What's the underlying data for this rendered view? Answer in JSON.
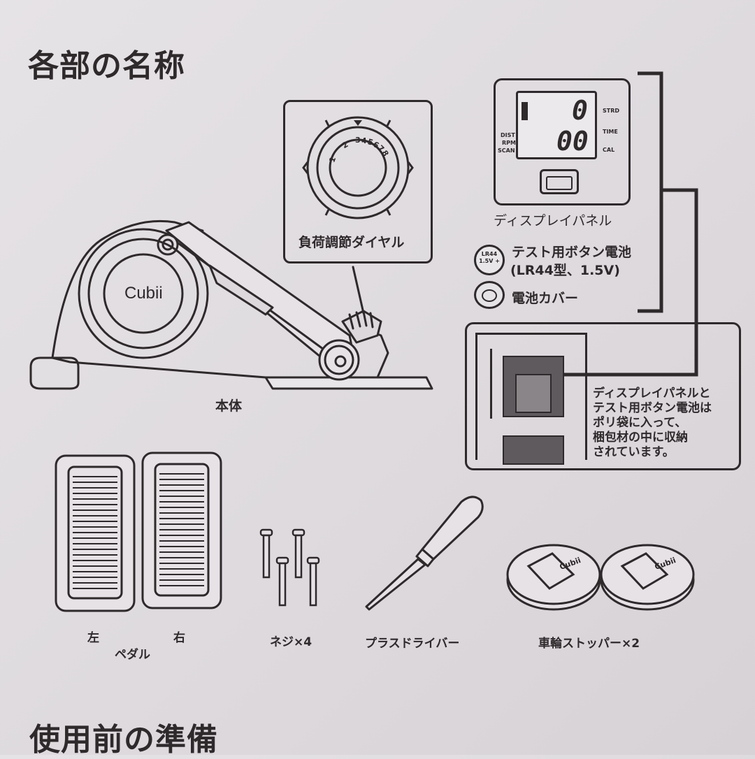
{
  "sections": {
    "parts_title": "各部の名称",
    "prep_title": "使用前の準備"
  },
  "unit": {
    "brand": "Cubii",
    "label": "本体"
  },
  "dial": {
    "label": "負荷調節ダイヤル",
    "numbers": [
      "1",
      "2",
      "3",
      "4",
      "5",
      "6",
      "7",
      "8"
    ]
  },
  "display": {
    "label": "ディスプレイパネル",
    "left_modes": [
      "DIST",
      "RPM",
      "SCAN"
    ],
    "right_modes": [
      "STRD",
      "TIME",
      "CAL"
    ],
    "readout_top": "0",
    "readout_bottom": "00"
  },
  "battery": {
    "icon_text": "LR44 1.5V +",
    "label_line1": "テスト用ボタン電池",
    "label_line2": "(LR44型、1.5V)"
  },
  "battery_cover": {
    "label": "電池カバー"
  },
  "packaging_note": {
    "lines": [
      "ディスプレイパネルと",
      "テスト用ボタン電池は",
      "ポリ袋に入って、",
      "梱包材の中に収納",
      "されています。"
    ]
  },
  "pedals": {
    "left": "左",
    "right": "右",
    "label": "ペダル"
  },
  "screws": {
    "label": "ネジ×4"
  },
  "screwdriver": {
    "label": "プラスドライバー"
  },
  "wheel_stoppers": {
    "label": "車輪ストッパー×2",
    "brand": "Cubii"
  }
}
